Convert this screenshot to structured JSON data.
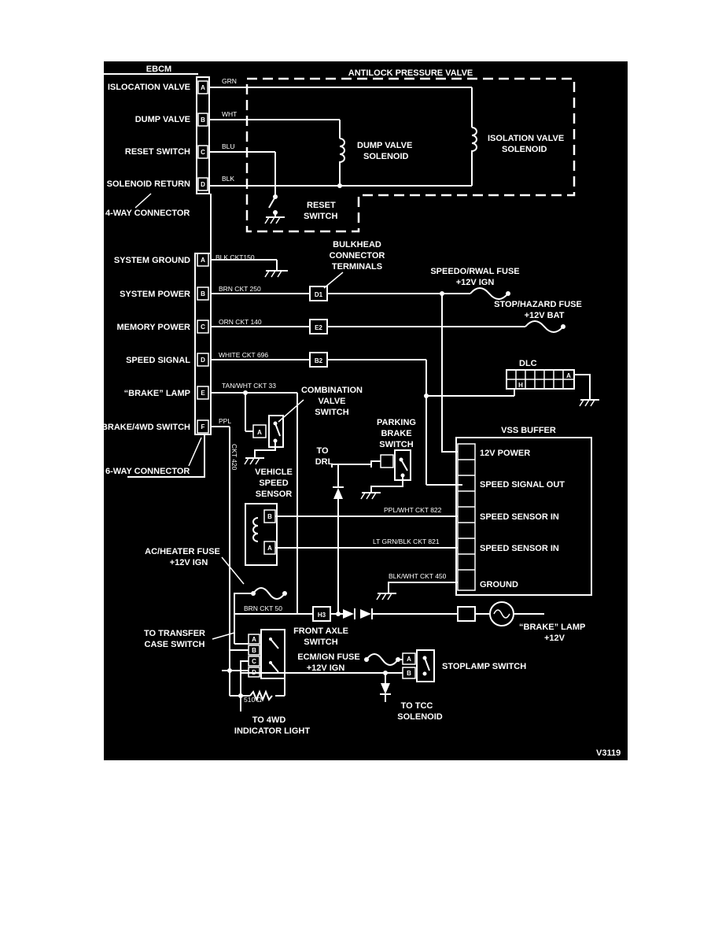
{
  "colors": {
    "background": "#000000",
    "line": "#ffffff",
    "page": "#ffffff"
  },
  "ebcm": {
    "title": "EBCM",
    "connector_4way": {
      "label": "4-WAY CONNECTOR",
      "pins": [
        {
          "pin": "A",
          "name": "ISLOCATION VALVE",
          "wire": "GRN"
        },
        {
          "pin": "B",
          "name": "DUMP VALVE",
          "wire": "WHT"
        },
        {
          "pin": "C",
          "name": "RESET SWITCH",
          "wire": "BLU"
        },
        {
          "pin": "D",
          "name": "SOLENOID RETURN",
          "wire": "BLK"
        }
      ]
    },
    "connector_6way": {
      "label": "6-WAY CONNECTOR",
      "pins": [
        {
          "pin": "A",
          "name": "SYSTEM GROUND",
          "wire": "BLK CKT150"
        },
        {
          "pin": "B",
          "name": "SYSTEM POWER",
          "wire": "BRN CKT 250"
        },
        {
          "pin": "C",
          "name": "MEMORY POWER",
          "wire": "ORN CKT 140"
        },
        {
          "pin": "D",
          "name": "SPEED SIGNAL",
          "wire": "WHITE CKT 696"
        },
        {
          "pin": "E",
          "name": "“BRAKE” LAMP",
          "wire": "TAN/WHT CKT 33"
        },
        {
          "pin": "F",
          "name": "BRAKE/4WD SWITCH",
          "wire": "PPL"
        }
      ]
    }
  },
  "antilock_valve": {
    "title": "ANTILOCK PRESSURE VALVE",
    "dump_solenoid": [
      "DUMP VALVE",
      "SOLENOID"
    ],
    "isolation_solenoid": [
      "ISOLATION VALVE",
      "SOLENOID"
    ],
    "reset_switch": [
      "RESET",
      "SWITCH"
    ]
  },
  "bulkhead": {
    "label": [
      "BULKHEAD",
      "CONNECTOR",
      "TERMINALS"
    ],
    "terminals": [
      "D1",
      "E2",
      "B2",
      "H3"
    ]
  },
  "fuses": {
    "speedo": [
      "SPEEDO/RWAL FUSE",
      "+12V IGN"
    ],
    "stop_hazard": [
      "STOP/HAZARD FUSE",
      "+12V BAT"
    ],
    "ac_heater": [
      "AC/HEATER FUSE",
      "+12V IGN"
    ],
    "ecm_ign": [
      "ECM/IGN FUSE",
      "+12V IGN"
    ]
  },
  "dlc": {
    "label": "DLC",
    "pins": [
      "A",
      "H"
    ]
  },
  "combination_valve": {
    "label": [
      "COMBINATION",
      "VALVE",
      "SWITCH"
    ],
    "pin": "A"
  },
  "parking_brake": {
    "label": [
      "PARKING",
      "BRAKE",
      "SWITCH"
    ]
  },
  "to_drl": [
    "TO",
    "DRL"
  ],
  "ckt_420": "CKT 420",
  "vehicle_speed_sensor": {
    "label": [
      "VEHICLE",
      "SPEED",
      "SENSOR"
    ],
    "pins": [
      "B",
      "A"
    ]
  },
  "vss_buffer": {
    "title": "VSS BUFFER",
    "pins": [
      "12V POWER",
      "SPEED SIGNAL OUT",
      "SPEED SENSOR IN",
      "SPEED SENSOR IN",
      "GROUND"
    ],
    "wires": {
      "sensor_b": "PPL/WHT CKT 822",
      "sensor_a": "LT GRN/BLK CKT  821",
      "ground": "BLK/WHT CKT 450"
    }
  },
  "brake_lamp": [
    "“BRAKE” LAMP",
    "+12V"
  ],
  "front_axle_switch": {
    "label": [
      "FRONT AXLE",
      "SWITCH"
    ],
    "pins": [
      "A",
      "B",
      "C",
      "D"
    ]
  },
  "brn_ckt": "BRN CKT 50",
  "transfer_case": [
    "TO TRANSFER",
    "CASE SWITCH"
  ],
  "resistor": "510 Ω",
  "indicator": [
    "TO 4WD",
    "INDICATOR LIGHT"
  ],
  "stoplamp_switch": {
    "label": "STOPLAMP SWITCH",
    "pins": [
      "A",
      "B"
    ]
  },
  "tcc": [
    "TO TCC",
    "SOLENOID"
  ],
  "figure_id": "V3119"
}
